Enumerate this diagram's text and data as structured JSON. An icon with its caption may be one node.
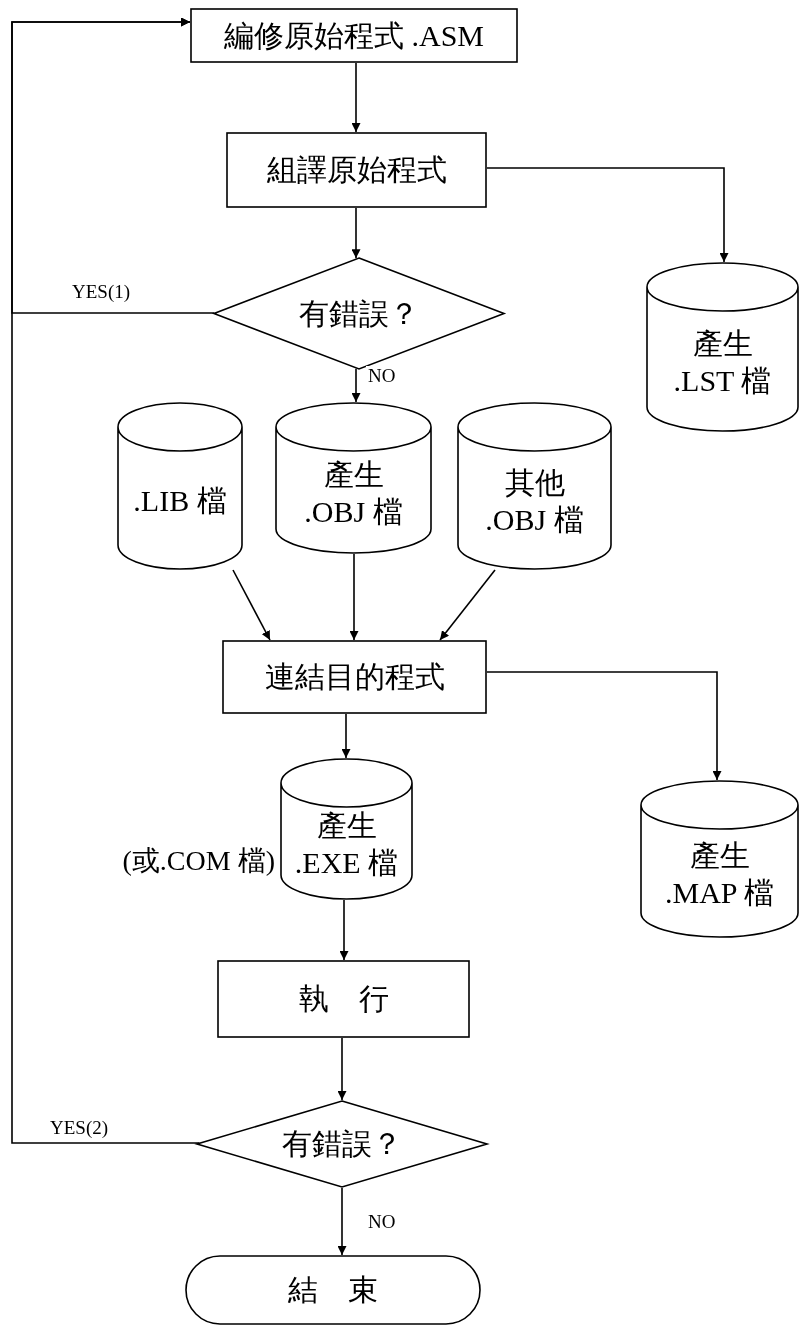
{
  "diagram": {
    "nodes": [
      {
        "text": [
          "編修原始程式 .ASM"
        ]
      },
      {
        "text": [
          "組譯原始程式"
        ]
      },
      {
        "text": [
          "有錯誤？"
        ]
      },
      {
        "text": [
          "產生",
          ".LST 檔"
        ]
      },
      {
        "text": [
          ".LIB 檔"
        ]
      },
      {
        "text": [
          "產生",
          ".OBJ 檔"
        ]
      },
      {
        "text": [
          "其他",
          ".OBJ 檔"
        ]
      },
      {
        "text": [
          "連結目的程式"
        ]
      },
      {
        "text": [
          "產生",
          ".EXE 檔"
        ],
        "beside": [
          "(或.COM 檔)"
        ]
      },
      {
        "text": [
          "產生",
          ".MAP 檔"
        ]
      },
      {
        "text": [
          "執　行"
        ]
      },
      {
        "text": [
          "有錯誤？"
        ]
      },
      {
        "text": [
          "結　束"
        ]
      }
    ],
    "edges": [
      {
        "from": 0,
        "to": 1,
        "arrow": "to"
      },
      {
        "from": 1,
        "to": 2,
        "arrow": "to"
      },
      {
        "from": 1,
        "to": 3,
        "arrow": "to"
      },
      {
        "from": 2,
        "to": 0,
        "arrow": "to",
        "label": "YES(1)"
      },
      {
        "from": 2,
        "to": 5,
        "arrow": "to",
        "label": "NO"
      },
      {
        "from": 4,
        "to": 7,
        "arrow": "to"
      },
      {
        "from": 5,
        "to": 7,
        "arrow": "to"
      },
      {
        "from": 6,
        "to": 7,
        "arrow": "to"
      },
      {
        "from": 7,
        "to": 8,
        "arrow": "to"
      },
      {
        "from": 7,
        "to": 9,
        "arrow": "to"
      },
      {
        "from": 8,
        "to": 10,
        "arrow": "to"
      },
      {
        "from": 10,
        "to": 11,
        "arrow": "to"
      },
      {
        "from": 11,
        "to": 0,
        "arrow": "to",
        "label": "YES(2)"
      },
      {
        "from": 11,
        "to": 12,
        "arrow": "to",
        "label": "NO"
      }
    ]
  }
}
